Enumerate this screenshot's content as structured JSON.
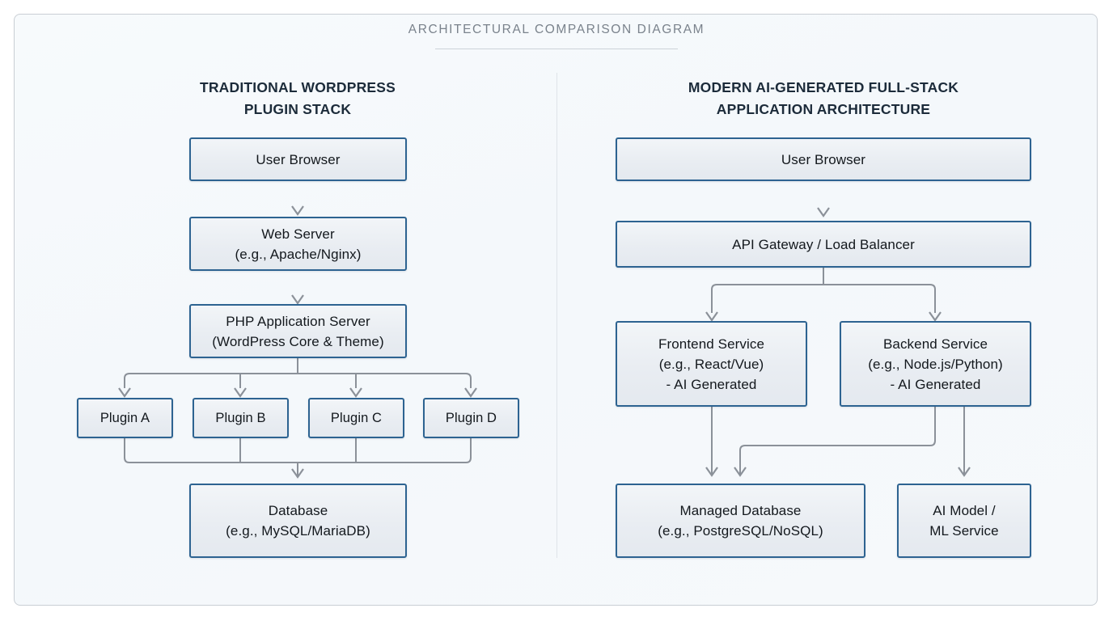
{
  "document": {
    "title": "ARCHITECTURAL COMPARISON DIAGRAM"
  },
  "columns": {
    "left": {
      "heading": "TRADITIONAL WORDPRESS\nPLUGIN STACK",
      "nodes": {
        "user_browser": "User Browser",
        "web_server": "Web Server\n(e.g., Apache/Nginx)",
        "php_app_server": "PHP Application Server\n(WordPress Core & Theme)",
        "plugin_a": "Plugin A",
        "plugin_b": "Plugin B",
        "plugin_c": "Plugin C",
        "plugin_d": "Plugin D",
        "database": "Database\n(e.g., MySQL/MariaDB)"
      }
    },
    "right": {
      "heading": "MODERN AI-GENERATED FULL-STACK\nAPPLICATION ARCHITECTURE",
      "nodes": {
        "user_browser": "User Browser",
        "api_gateway": "API Gateway / Load Balancer",
        "frontend_service": "Frontend Service\n(e.g., React/Vue)\n- AI Generated",
        "backend_service": "Backend Service\n(e.g., Node.js/Python)\n- AI Generated",
        "managed_database": "Managed Database\n(e.g., PostgreSQL/NoSQL)",
        "ai_model": "AI Model /\nML Service"
      }
    }
  },
  "colors": {
    "node_border": "#2d6391",
    "node_fill": "#e9edf2",
    "connector": "#8b9199",
    "heading_text": "#1c2b3a",
    "title_text": "#7a828c",
    "panel_background": "#f5f9fb",
    "divider": "#dfe4e9"
  }
}
